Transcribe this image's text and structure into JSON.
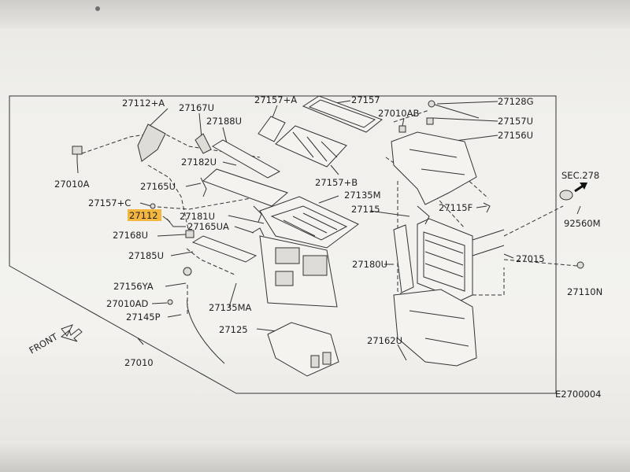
{
  "part_labels": [
    "27112+A",
    "27167U",
    "27157+A",
    "27157",
    "27010AB",
    "27128G",
    "27188U",
    "27157U",
    "27156U",
    "27010A",
    "27182U",
    "27157+B",
    "27165U",
    "27135M",
    "SEC.278",
    "27157+C",
    "27115",
    "27115F",
    "27112",
    "27181U",
    "27165UA",
    "92560M",
    "27168U",
    "27015",
    "27185U",
    "27180U",
    "27110N",
    "27156YA",
    "27010AD",
    "27135MA",
    "27145P",
    "27125",
    "27162U",
    "27010"
  ],
  "front_label": "FRONT",
  "diagram_code": "E2700004",
  "highlighted_part": "27112",
  "highlight_color": "#f3b63f",
  "icons": [
    "front-arrow-icon",
    "sec-arrow-icon"
  ]
}
